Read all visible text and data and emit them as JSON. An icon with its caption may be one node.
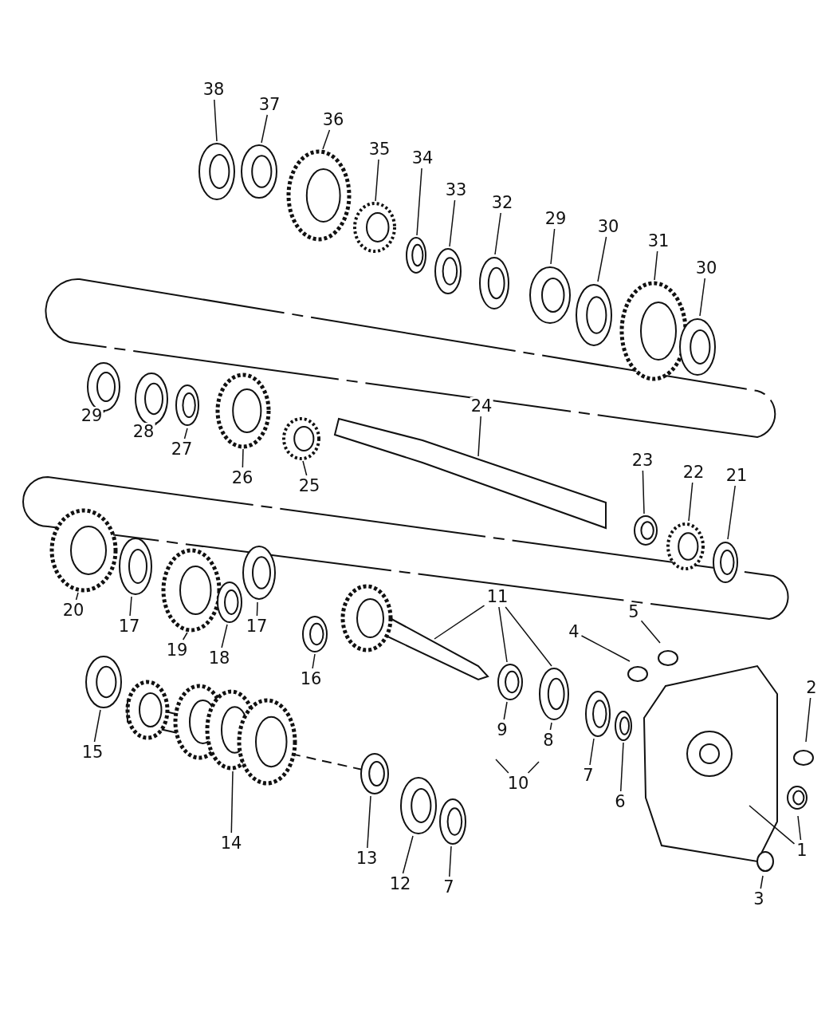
{
  "diagram": {
    "nodes": [
      {
        "text": [
          "38"
        ]
      },
      {
        "text": [
          "37"
        ]
      },
      {
        "text": [
          "36"
        ]
      },
      {
        "text": [
          "35"
        ]
      },
      {
        "text": [
          "34"
        ]
      },
      {
        "text": [
          "33"
        ]
      },
      {
        "text": [
          "32"
        ]
      },
      {
        "text": [
          "29"
        ]
      },
      {
        "text": [
          "30"
        ]
      },
      {
        "text": [
          "31"
        ]
      },
      {
        "text": [
          "30"
        ]
      },
      {
        "text": [
          "29"
        ]
      },
      {
        "text": [
          "28"
        ]
      },
      {
        "text": [
          "27"
        ]
      },
      {
        "text": [
          "26"
        ]
      },
      {
        "text": [
          "25"
        ]
      },
      {
        "text": [
          "24"
        ]
      },
      {
        "text": [
          "23"
        ]
      },
      {
        "text": [
          "22"
        ]
      },
      {
        "text": [
          "21"
        ]
      },
      {
        "text": [
          "20"
        ]
      },
      {
        "text": [
          "17"
        ]
      },
      {
        "text": [
          "19"
        ]
      },
      {
        "text": [
          "18"
        ]
      },
      {
        "text": [
          "17"
        ]
      },
      {
        "text": [
          "16"
        ]
      },
      {
        "text": [
          "11"
        ]
      },
      {
        "text": [
          "5"
        ]
      },
      {
        "text": [
          "4"
        ]
      },
      {
        "text": [
          "2"
        ]
      },
      {
        "text": [
          "15"
        ]
      },
      {
        "text": [
          "9"
        ]
      },
      {
        "text": [
          "8"
        ]
      },
      {
        "text": [
          "7"
        ]
      },
      {
        "text": [
          "6"
        ]
      },
      {
        "text": [
          "10"
        ]
      },
      {
        "text": [
          "14"
        ]
      },
      {
        "text": [
          "1"
        ]
      },
      {
        "text": [
          "13"
        ]
      },
      {
        "text": [
          "12"
        ]
      },
      {
        "text": [
          "7"
        ]
      },
      {
        "text": [
          "3"
        ]
      }
    ],
    "edges": [
      {
        "from": 0,
        "to": null,
        "arrow": "none"
      },
      {
        "from": 1,
        "to": null,
        "arrow": "none"
      },
      {
        "from": 2,
        "to": null,
        "arrow": "none"
      },
      {
        "from": 3,
        "to": null,
        "arrow": "none"
      },
      {
        "from": 4,
        "to": null,
        "arrow": "none"
      },
      {
        "from": 5,
        "to": null,
        "arrow": "none"
      },
      {
        "from": 6,
        "to": null,
        "arrow": "none"
      },
      {
        "from": 7,
        "to": null,
        "arrow": "none"
      },
      {
        "from": 8,
        "to": null,
        "arrow": "none"
      },
      {
        "from": 9,
        "to": null,
        "arrow": "none"
      },
      {
        "from": 10,
        "to": null,
        "arrow": "none"
      },
      {
        "from": 11,
        "to": null,
        "arrow": "none"
      },
      {
        "from": 12,
        "to": null,
        "arrow": "none"
      },
      {
        "from": 13,
        "to": null,
        "arrow": "none"
      },
      {
        "from": 14,
        "to": null,
        "arrow": "none"
      },
      {
        "from": 15,
        "to": null,
        "arrow": "none"
      },
      {
        "from": 16,
        "to": null,
        "arrow": "none"
      },
      {
        "from": 17,
        "to": null,
        "arrow": "none"
      },
      {
        "from": 18,
        "to": null,
        "arrow": "none"
      },
      {
        "from": 19,
        "to": null,
        "arrow": "none"
      },
      {
        "from": 20,
        "to": null,
        "arrow": "none"
      },
      {
        "from": 21,
        "to": null,
        "arrow": "none"
      },
      {
        "from": 22,
        "to": null,
        "arrow": "none"
      },
      {
        "from": 23,
        "to": null,
        "arrow": "none"
      },
      {
        "from": 24,
        "to": null,
        "arrow": "none"
      },
      {
        "from": 25,
        "to": null,
        "arrow": "none"
      },
      {
        "from": 26,
        "to": null,
        "arrow": "none"
      },
      {
        "from": 26,
        "to": null,
        "arrow": "none"
      },
      {
        "from": 26,
        "to": null,
        "arrow": "none"
      },
      {
        "from": 27,
        "to": null,
        "arrow": "none"
      },
      {
        "from": 28,
        "to": null,
        "arrow": "none"
      },
      {
        "from": 29,
        "to": null,
        "arrow": "none"
      },
      {
        "from": 30,
        "to": null,
        "arrow": "none"
      },
      {
        "from": 31,
        "to": null,
        "arrow": "none"
      },
      {
        "from": 32,
        "to": null,
        "arrow": "none"
      },
      {
        "from": 33,
        "to": null,
        "arrow": "none"
      },
      {
        "from": 34,
        "to": null,
        "arrow": "none"
      },
      {
        "from": 35,
        "to": null,
        "arrow": "none"
      },
      {
        "from": 35,
        "to": null,
        "arrow": "none"
      },
      {
        "from": 36,
        "to": null,
        "arrow": "none"
      },
      {
        "from": 37,
        "to": null,
        "arrow": "none"
      },
      {
        "from": 37,
        "to": null,
        "arrow": "none"
      },
      {
        "from": 38,
        "to": null,
        "arrow": "none"
      },
      {
        "from": 39,
        "to": null,
        "arrow": "none"
      },
      {
        "from": 40,
        "to": null,
        "arrow": "none"
      },
      {
        "from": 41,
        "to": null,
        "arrow": "none"
      }
    ]
  }
}
